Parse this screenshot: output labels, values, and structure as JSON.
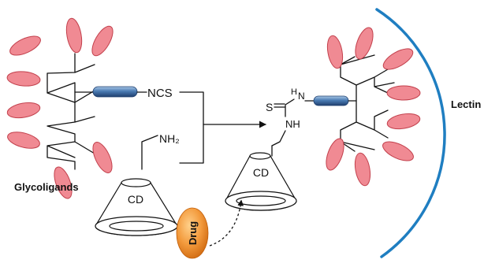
{
  "labels": {
    "ncs": "NCS",
    "nh2": "NH₂",
    "glycoligands": "Glycoligands",
    "cd_left": "CD",
    "cd_right": "CD",
    "s": "S",
    "h_top": "H",
    "n_top": "N",
    "nh": "NH",
    "lectin": "Lectin",
    "drug": "Drug"
  },
  "colors": {
    "sugar_fill": "#f08a93",
    "sugar_stroke": "#c2404c",
    "linker": "#3f6fa6",
    "lectin": "#1f7ec1",
    "drug": "#f0913a"
  },
  "icons": {
    "reaction_arrow": "arrow-right-icon",
    "inclusion_arrow": "dashed-curved-arrow-icon"
  }
}
